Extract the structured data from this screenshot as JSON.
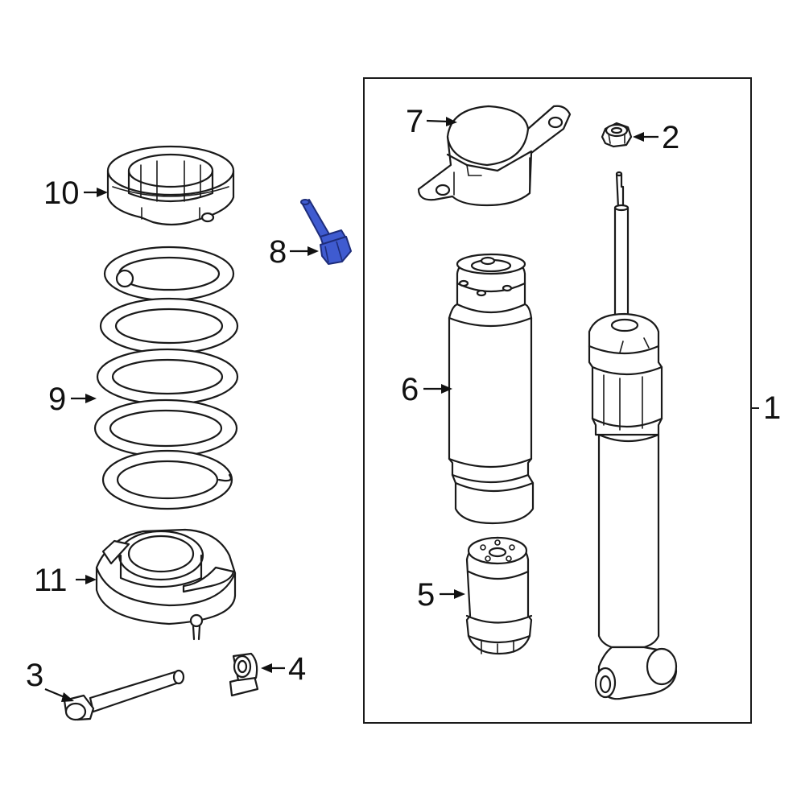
{
  "highlight_color": "#3f5bd0",
  "callouts": {
    "c1": "1",
    "c2": "2",
    "c3": "3",
    "c4": "4",
    "c5": "5",
    "c6": "6",
    "c7": "7",
    "c8": "8",
    "c9": "9",
    "c10": "10",
    "c11": "11"
  },
  "parts": [
    {
      "callout": "1",
      "icon": "shock-absorber-assembly-box"
    },
    {
      "callout": "2",
      "icon": "nut-icon"
    },
    {
      "callout": "3",
      "icon": "bolt-icon"
    },
    {
      "callout": "4",
      "icon": "clip-nut-icon"
    },
    {
      "callout": "5",
      "icon": "bump-stop-icon"
    },
    {
      "callout": "6",
      "icon": "dust-boot-icon"
    },
    {
      "callout": "7",
      "icon": "upper-mount-icon"
    },
    {
      "callout": "8",
      "icon": "highlighted-bolt-icon"
    },
    {
      "callout": "9",
      "icon": "coil-spring-icon"
    },
    {
      "callout": "10",
      "icon": "upper-spring-seat-icon"
    },
    {
      "callout": "11",
      "icon": "lower-spring-seat-icon"
    }
  ]
}
